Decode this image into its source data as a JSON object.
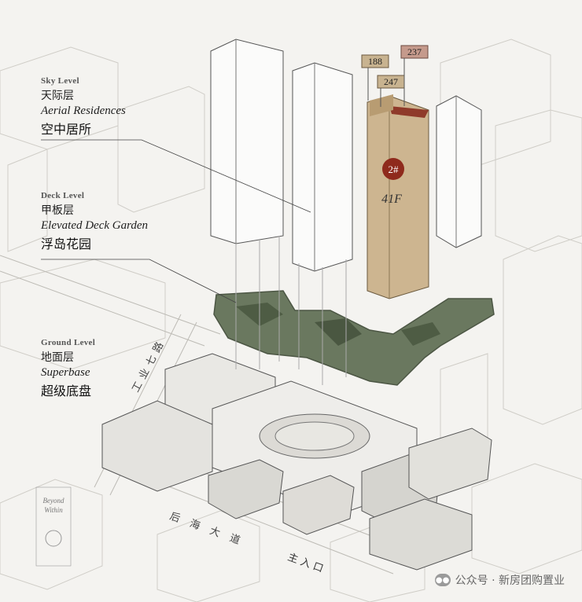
{
  "levels": {
    "sky": {
      "en": "Sky Level",
      "zh": "天际层",
      "sub_en": "Aerial Residences",
      "sub_zh": "空中居所"
    },
    "deck": {
      "en": "Deck Level",
      "zh": "甲板层",
      "sub_en": "Elevated Deck Garden",
      "sub_zh": "浮岛花园"
    },
    "ground": {
      "en": "Ground Level",
      "zh": "地面层",
      "sub_en": "Superbase",
      "sub_zh": "超级底盘"
    }
  },
  "tower": {
    "badge": "2#",
    "floors": "41F"
  },
  "price_tags": {
    "t188": "188",
    "t247": "247",
    "t237": "237"
  },
  "roads": {
    "gongye": "工业七路",
    "houhai": "后海大道",
    "entrance": "主入口"
  },
  "logo": {
    "top": "Beyond",
    "bottom": "Within"
  },
  "watermark": {
    "text": "公众号 · 新房团购置业",
    "icon": "wechat-icon"
  },
  "colors": {
    "deck_green": "#5f6e53",
    "tower_tan": "#cdb590",
    "badge_red": "#8f2a1c",
    "tag_tan": "#c8b390",
    "tag_rose": "#c59a8c"
  }
}
